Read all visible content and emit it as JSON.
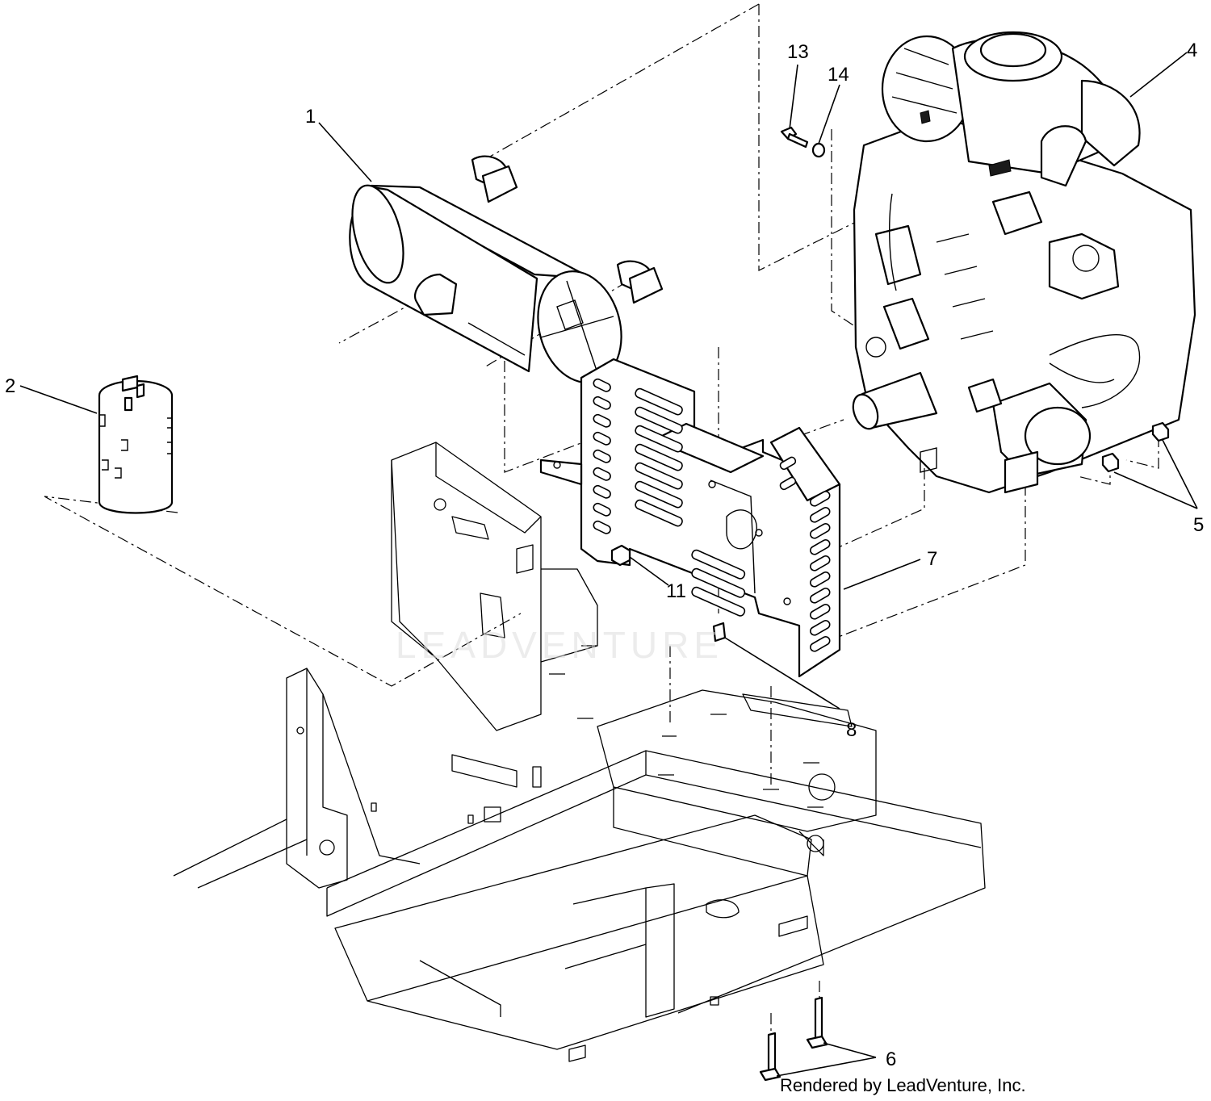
{
  "callouts": {
    "c1": "1",
    "c2": "2",
    "c4": "4",
    "c5": "5",
    "c6": "6",
    "c7": "7",
    "c8": "8",
    "c11": "11",
    "c13": "13",
    "c14": "14"
  },
  "watermark": "LEADVENTURE",
  "credit": "Rendered by LeadVenture, Inc."
}
